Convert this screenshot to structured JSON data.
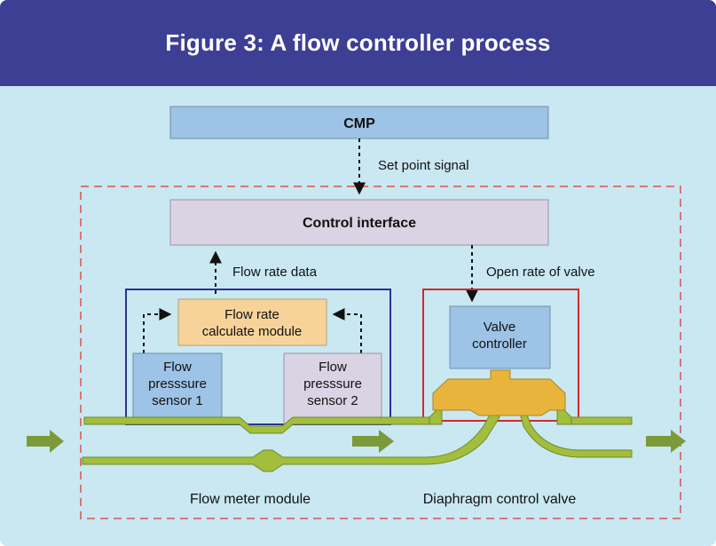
{
  "title": "Figure 3: A flow controller process",
  "boxes": {
    "cmp": "CMP",
    "control_interface": "Control interface",
    "flow_rate_module_line1": "Flow rate",
    "flow_rate_module_line2": "calculate module",
    "sensor1_line1": "Flow",
    "sensor1_line2": "presssure",
    "sensor1_line3": "sensor 1",
    "sensor2_line1": "Flow",
    "sensor2_line2": "presssure",
    "sensor2_line3": "sensor 2",
    "valve_controller_line1": "Valve",
    "valve_controller_line2": "controller"
  },
  "signals": {
    "set_point": "Set point signal",
    "flow_rate_data": "Flow rate data",
    "open_rate": "Open rate of valve"
  },
  "modules": {
    "flow_meter": "Flow meter module",
    "diaphragm_valve": "Diaphragm control valve"
  },
  "colors": {
    "header": "#3d3f94",
    "background": "#c9e8f1",
    "cmp_box": "#9dc3e6",
    "control_box": "#d9d3e3",
    "flow_module_box": "#f7d39a",
    "sensor1_box": "#9dc3e6",
    "sensor2_box": "#d9d3e3",
    "valve_body": "#e8b43c",
    "pipe": "#a2be3c",
    "arrow_green": "#7d9a3a",
    "flow_meter_border": "#2e3192",
    "valve_border": "#d62828",
    "dashed_border": "#e0504a"
  }
}
